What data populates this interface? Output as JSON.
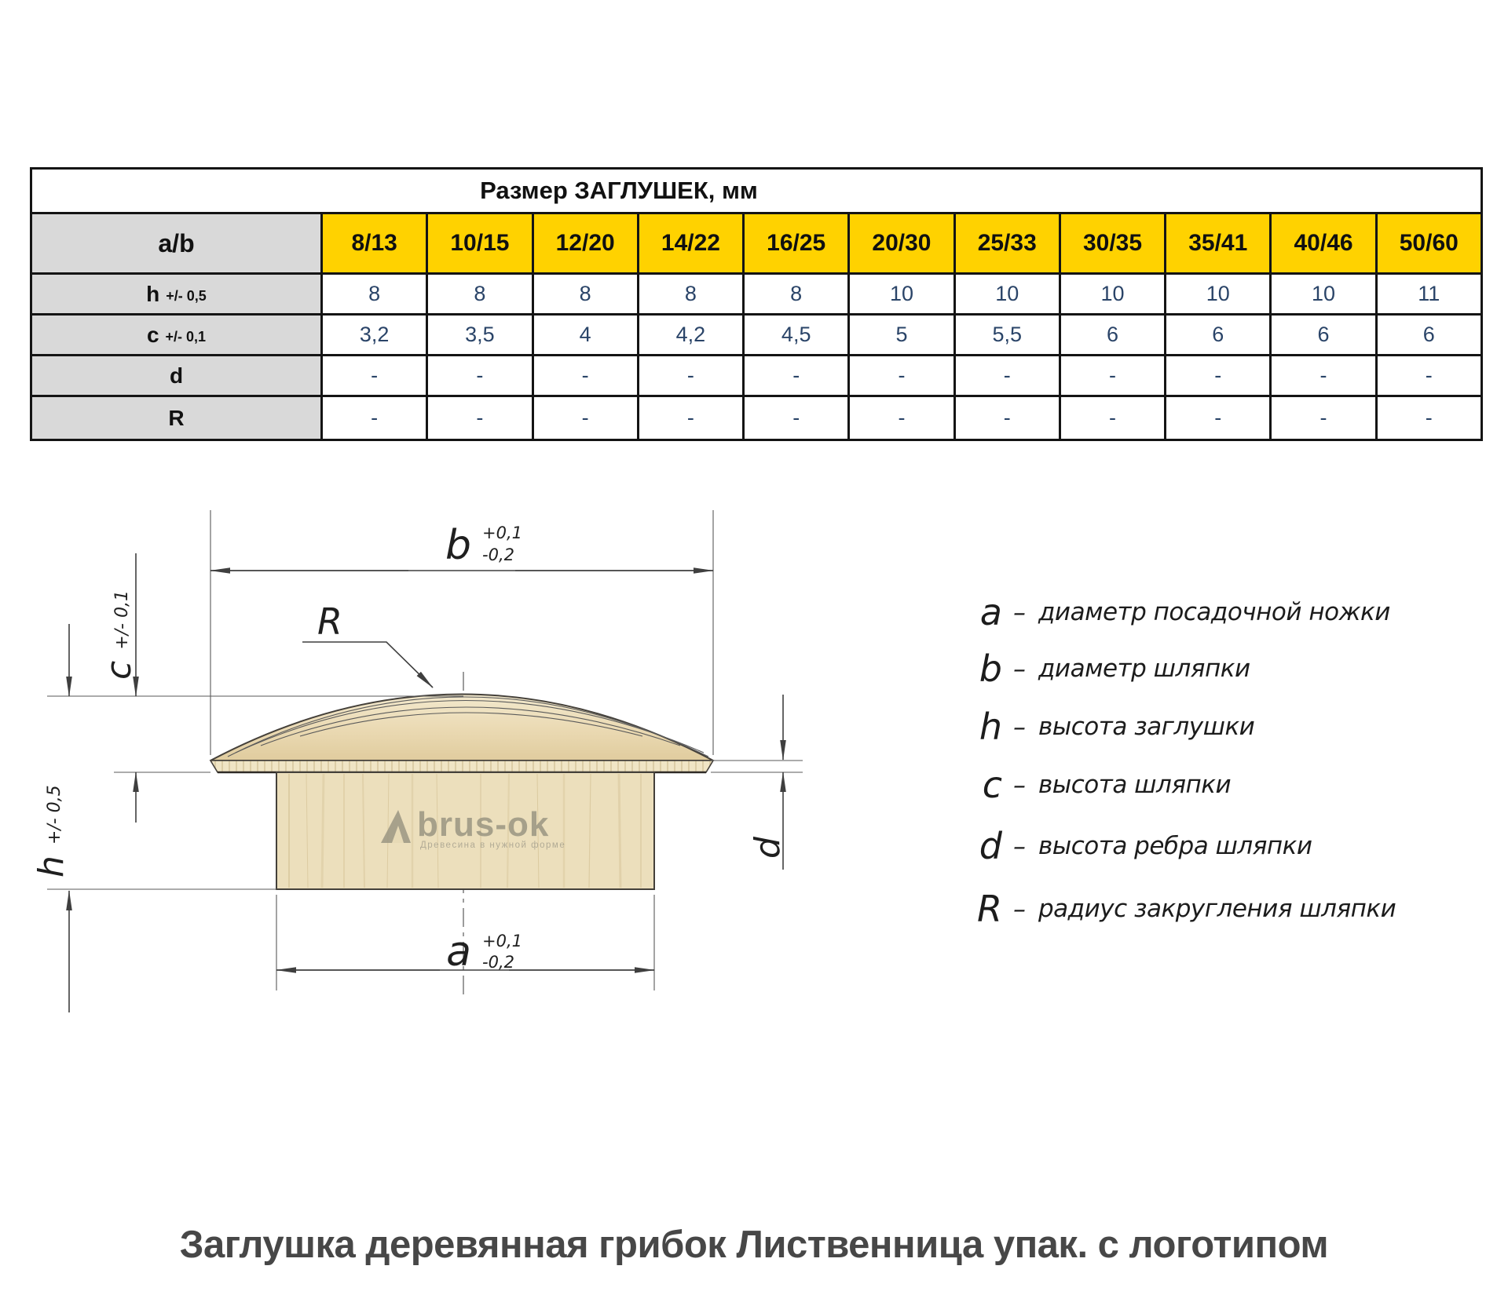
{
  "table": {
    "title": "Размер ЗАГЛУШЕК, мм",
    "corner_header": "a/b",
    "columns": [
      "8/13",
      "10/15",
      "12/20",
      "14/22",
      "16/25",
      "20/30",
      "25/33",
      "30/35",
      "35/41",
      "40/46",
      "50/60"
    ],
    "rows": [
      {
        "label": "h",
        "tolerance": "+/- 0,5",
        "values": [
          "8",
          "8",
          "8",
          "8",
          "8",
          "10",
          "10",
          "10",
          "10",
          "10",
          "11"
        ]
      },
      {
        "label": "c",
        "tolerance": "+/- 0,1",
        "values": [
          "3,2",
          "3,5",
          "4",
          "4,2",
          "4,5",
          "5",
          "5,5",
          "6",
          "6",
          "6",
          "6"
        ]
      },
      {
        "label": "d",
        "tolerance": "",
        "values": [
          "-",
          "-",
          "-",
          "-",
          "-",
          "-",
          "-",
          "-",
          "-",
          "-",
          "-"
        ]
      },
      {
        "label": "R",
        "tolerance": "",
        "values": [
          "-",
          "-",
          "-",
          "-",
          "-",
          "-",
          "-",
          "-",
          "-",
          "-",
          "-"
        ]
      }
    ]
  },
  "drawing": {
    "dim_b": {
      "letter": "b",
      "plus": "+0,1",
      "minus": "-0,2"
    },
    "dim_a": {
      "letter": "a",
      "plus": "+0,1",
      "minus": "-0,2"
    },
    "dim_c": {
      "letter": "c",
      "tolerance": "+/- 0,1"
    },
    "dim_h": {
      "letter": "h",
      "tolerance": "+/- 0,5"
    },
    "dim_d": "d",
    "dim_r": "R",
    "logo": {
      "name": "brus-ok",
      "tagline": "Древесина в нужной форме"
    }
  },
  "legend": {
    "separator": "–",
    "items": [
      {
        "letter": "a",
        "text": "диаметр посадочной ножки"
      },
      {
        "letter": "b",
        "text": "диаметр шляпки"
      },
      {
        "letter": "h",
        "text": "высота заглушки"
      },
      {
        "letter": "c",
        "text": "высота шляпки"
      },
      {
        "letter": "d",
        "text": "высота ребра шляпки"
      },
      {
        "letter": "R",
        "text": "радиус закругления шляпки"
      }
    ]
  },
  "caption": "Заглушка деревянная грибок Лиственница упак. с логотипом",
  "colors": {
    "header_yellow": "#ffd200",
    "label_gray": "#d9d9d9",
    "value_navy": "#2a4468",
    "wood_light": "#ecdfbc",
    "caption_gray": "#474747"
  }
}
